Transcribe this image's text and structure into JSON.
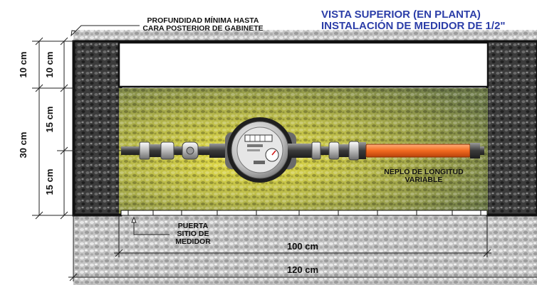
{
  "title": {
    "line1": "VISTA SUPERIOR (EN PLANTA)",
    "line2": "INSTALACIÓN DE MEDIDOR DE 1/2\""
  },
  "notes": {
    "depth_line1": "PROFUNDIDAD MÍNIMA HASTA",
    "depth_line2": "CARA POSTERIOR DE GABINETE",
    "nipple_line1": "NEPLO DE LONGITUD",
    "nipple_line2": "VARIABLE",
    "door_line1": "PUERTA",
    "door_line2": "SITIO DE",
    "door_line3": "MEDIDOR"
  },
  "dimensions": {
    "outer_top": "10 cm",
    "outer_main": "30 cm",
    "inner_top": "10 cm",
    "inner_mid": "15 cm",
    "inner_bottom": "15 cm",
    "inner_width": "100 cm",
    "outer_width": "120 cm"
  },
  "colors": {
    "title": "#2c3ea8",
    "nipple": "#f26a1f",
    "gravel_light": "#cfcfcf",
    "gravel_dark": "#3a3a3a",
    "gradient_yellow": "#e3dc4a",
    "gradient_green": "#6c9a3a"
  }
}
